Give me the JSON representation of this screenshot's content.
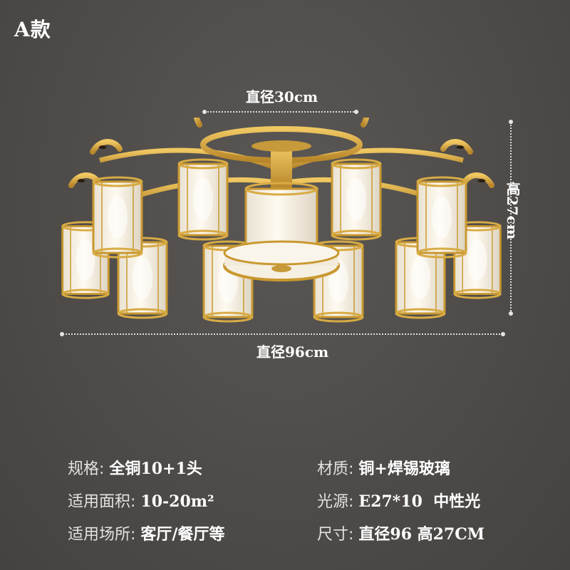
{
  "variant_label": "A款",
  "dimensions": {
    "top_diameter": "直径30cm",
    "overall_diameter": "直径96cm",
    "height": "高27cm"
  },
  "specs": {
    "left": [
      {
        "key": "规格: ",
        "value": "全铜10+1头"
      },
      {
        "key": "适用面积: ",
        "value": "10-20m²"
      },
      {
        "key": "适用场所: ",
        "value": "客厅/餐厅等"
      }
    ],
    "right": [
      {
        "key": "材质: ",
        "value": "铜+焊锡玻璃"
      },
      {
        "key": "光源: ",
        "value": "E27*10  中性光"
      },
      {
        "key": "尺寸: ",
        "value": "直径96 高27CM"
      }
    ]
  },
  "colors": {
    "background": "#4e4b49",
    "brass": "#d4a53e",
    "glass": "#f4efe4",
    "text": "#ffffff"
  },
  "icons": {
    "product": "chandelier-illustration"
  }
}
